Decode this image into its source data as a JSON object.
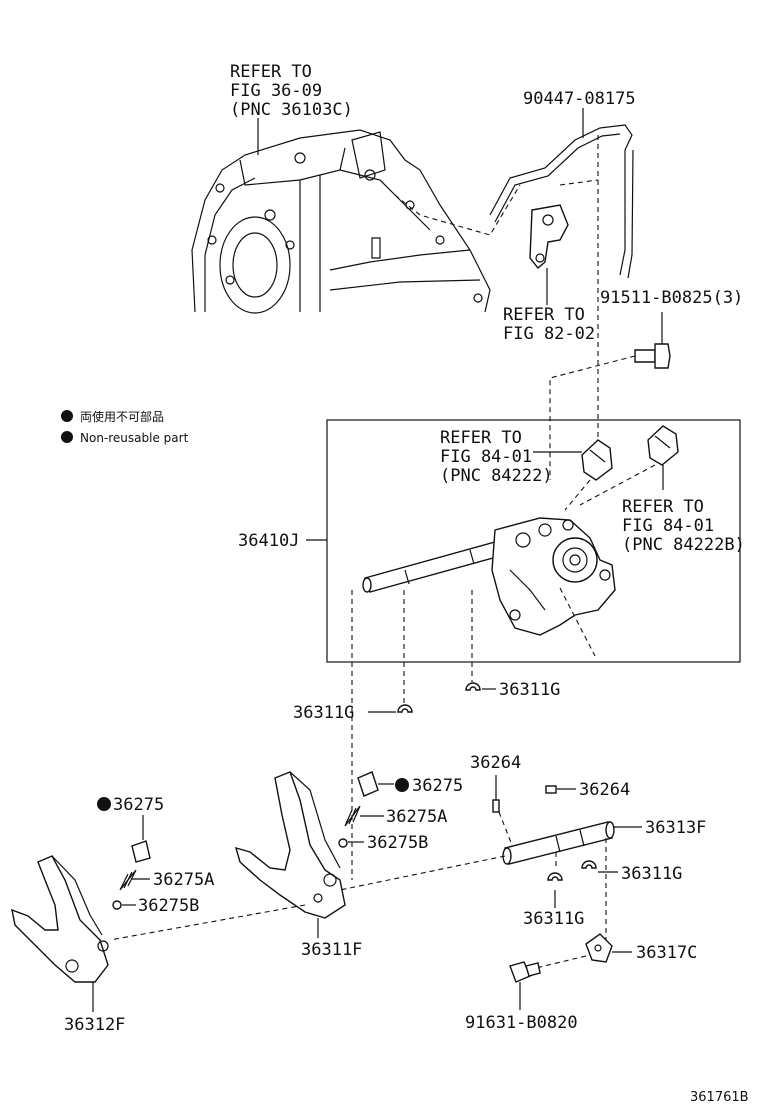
{
  "legend": {
    "line1": "両使用不可部品",
    "line2": "Non-reusable part"
  },
  "labels": {
    "refer_3609_line1": "REFER TO",
    "refer_3609_line2": "FIG 36-09",
    "refer_3609_line3": "(PNC 36103C)",
    "pn_90447": "90447-08175",
    "refer_8202_line1": "REFER TO",
    "refer_8202_line2": "FIG 82-02",
    "pn_91511": "91511-B0825(3)",
    "refer_8401a_line1": "REFER TO",
    "refer_8401a_line2": "FIG 84-01",
    "refer_8401a_line3": "(PNC 84222)",
    "refer_8401b_line1": "REFER TO",
    "refer_8401b_line2": "FIG 84-01",
    "refer_8401b_line3": "(PNC 84222B)",
    "pn_36410J": "36410J",
    "pn_36311G_right": "36311G",
    "pn_36311G_left": "36311G",
    "pn_36275_mid": "36275",
    "pn_36275A_mid": "36275A",
    "pn_36275B_mid": "36275B",
    "pn_36264_top": "36264",
    "pn_36264_right": "36264",
    "pn_36313F": "36313F",
    "pn_36311G_shaft": "36311G",
    "pn_36311G_low": "36311G",
    "pn_36317C": "36317C",
    "pn_91631": "91631-B0820",
    "pn_36275_left": "36275",
    "pn_36275A_left": "36275A",
    "pn_36275B_left": "36275B",
    "pn_36311F": "36311F",
    "pn_36312F": "36312F",
    "figure_id": "361761B"
  }
}
